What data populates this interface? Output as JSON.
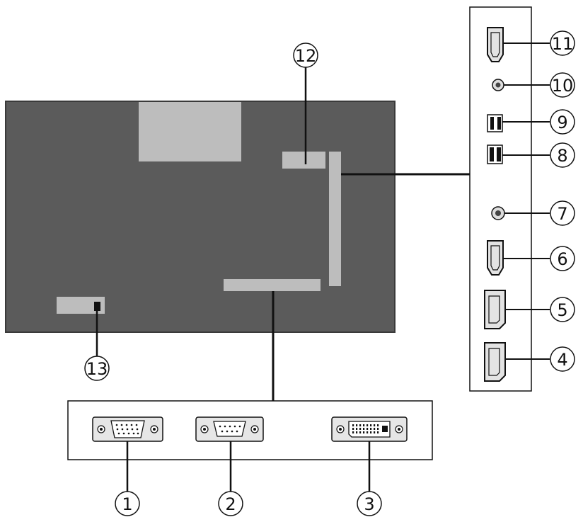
{
  "colors": {
    "background": "#ffffff",
    "tv_body": "#5b5b5b",
    "tv_border": "#3a3a3a",
    "block_light": "#bdbdbd",
    "block_mid": "#a9a9a9",
    "line": "#111111",
    "connector_fill": "#e3e3e3"
  },
  "callouts": {
    "c1": "1",
    "c2": "2",
    "c3": "3",
    "c4": "4",
    "c5": "5",
    "c6": "6",
    "c7": "7",
    "c8": "8",
    "c9": "9",
    "c10": "10",
    "c11": "11",
    "c12": "12",
    "c13": "13"
  },
  "ports": {
    "side_panel": [
      "hdmi-port",
      "audio-jack",
      "usb-port",
      "usb-port",
      "audio-jack",
      "hdmi-port",
      "displayport",
      "displayport"
    ],
    "bottom_panel": [
      "vga-port",
      "serial-port",
      "dvi-port"
    ]
  }
}
